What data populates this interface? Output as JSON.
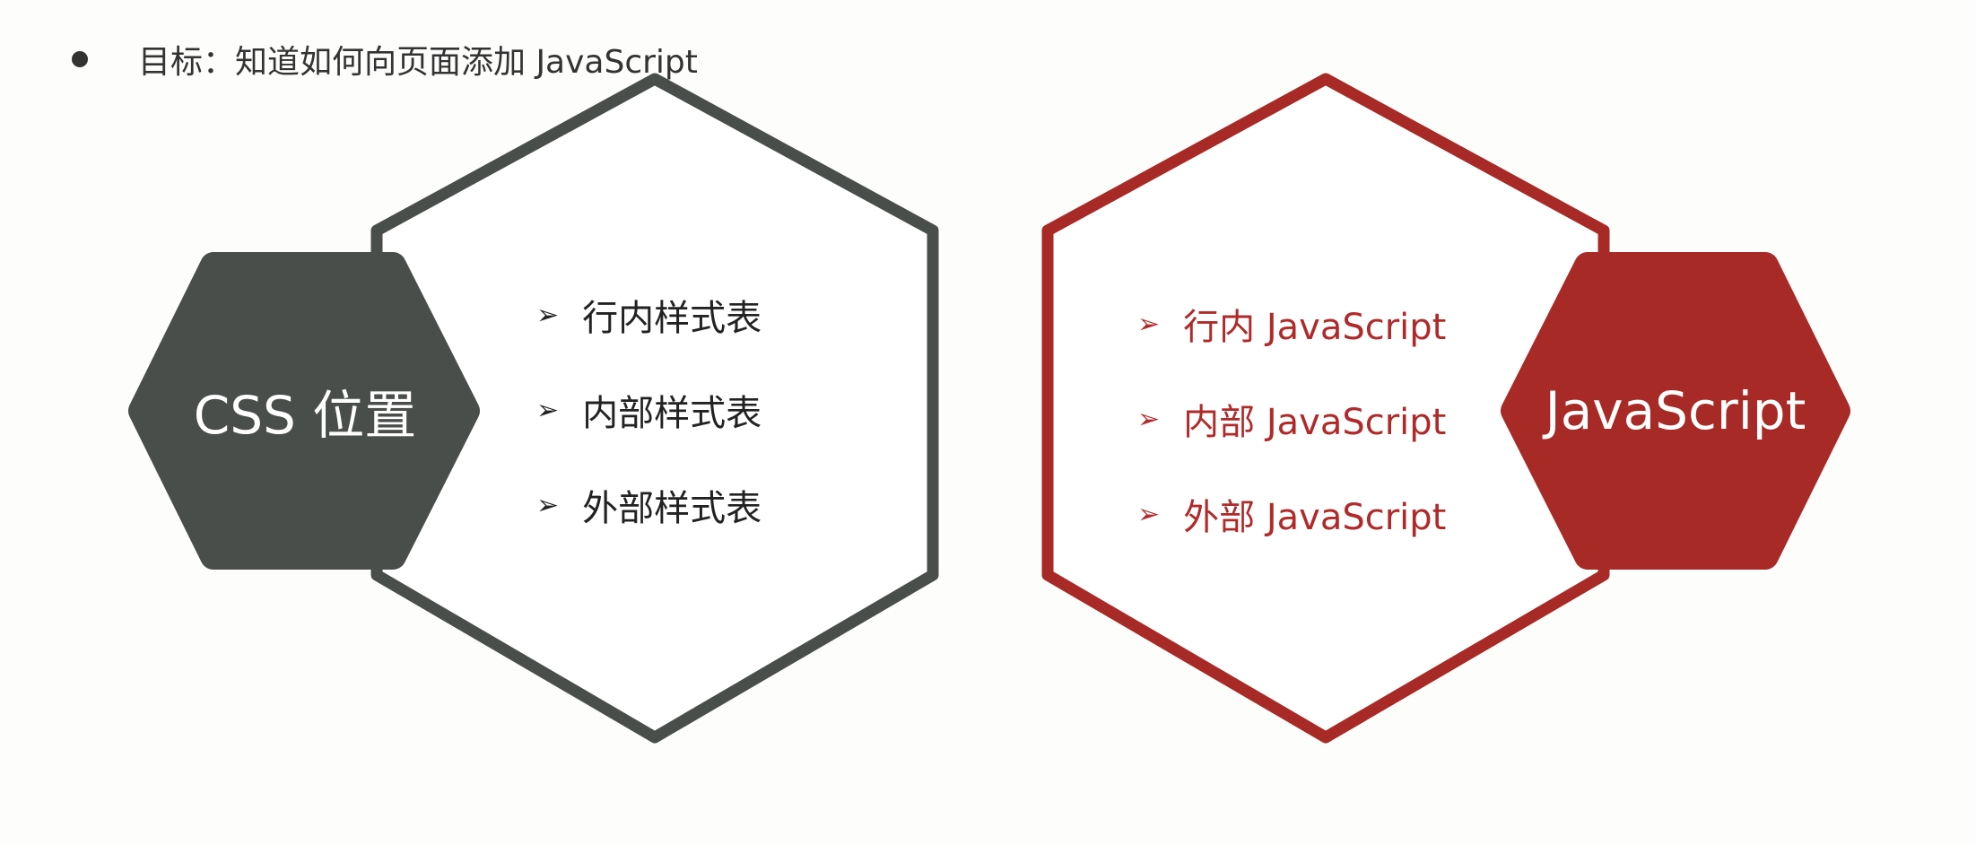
{
  "goal": {
    "text": "目标：知道如何向页面添加 JavaScript"
  },
  "css_group": {
    "title": "CSS 位置",
    "items": [
      "行内样式表",
      "内部样式表",
      "外部样式表"
    ]
  },
  "js_group": {
    "title": "JavaScript",
    "items": [
      "行内 JavaScript",
      "内部 JavaScript",
      "外部 JavaScript"
    ]
  },
  "colors": {
    "css_dark": "#4a4e4b",
    "js_red": "#a82a26",
    "js_text": "#b02a2a",
    "text": "#222222"
  },
  "icons": {
    "bullet": "bullet-dot-icon",
    "arrow": "arrowhead-icon"
  }
}
